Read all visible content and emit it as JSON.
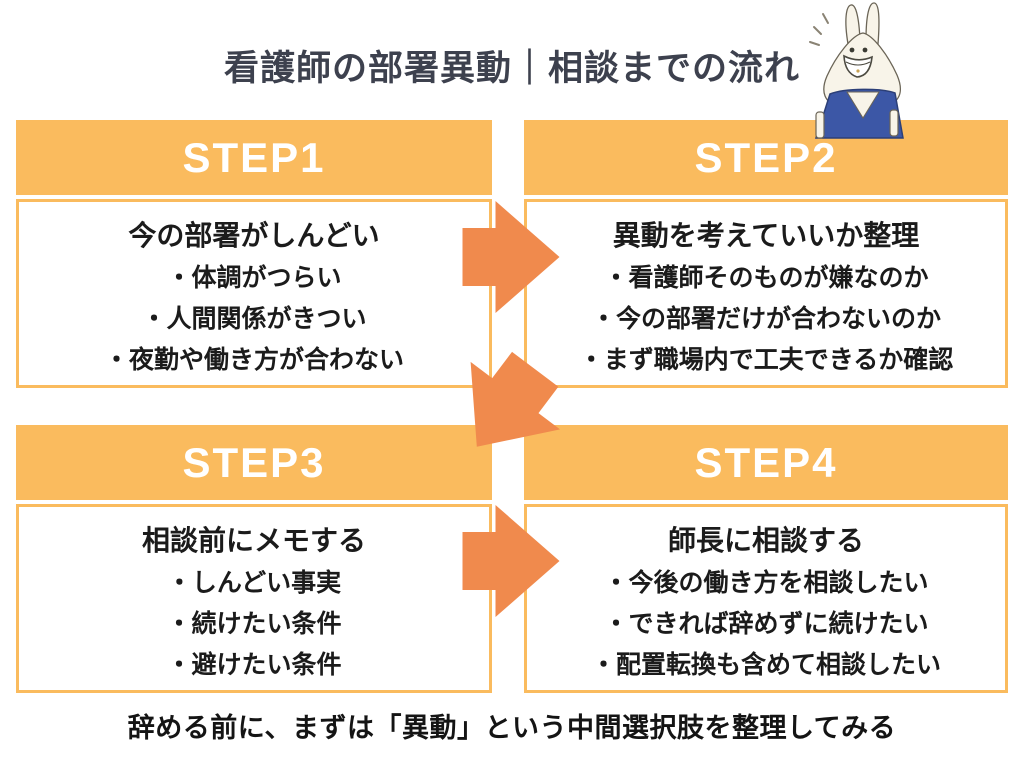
{
  "page": {
    "title": "看護師の部署異動｜相談までの流れ",
    "footer_note": "辞める前に、まずは「異動」という中間選択肢を整理してみる"
  },
  "colors": {
    "header_orange": "#fabb5e",
    "box_border_orange": "#fabb5e",
    "arrow_orange": "#f08a4d",
    "title_text": "#3d414e",
    "body_text": "#1b1b1b",
    "header_text": "#ffffff",
    "rabbit_shirt_blue": "#3c57a6",
    "rabbit_cream": "#f8f4e9"
  },
  "steps": [
    {
      "label": "STEP1",
      "heading": "今の部署がしんどい",
      "bullets": [
        "・体調がつらい",
        "・人間関係がきつい",
        "・夜勤や働き方が合わない"
      ]
    },
    {
      "label": "STEP2",
      "heading": "異動を考えていいか整理",
      "bullets": [
        "・看護師そのものが嫌なのか",
        "・今の部署だけが合わないのか",
        "・まず職場内で工夫できるか確認"
      ]
    },
    {
      "label": "STEP3",
      "heading": "相談前にメモする",
      "bullets": [
        "・しんどい事実",
        "・続けたい条件",
        "・避けたい条件"
      ]
    },
    {
      "label": "STEP4",
      "heading": "師長に相談する",
      "bullets": [
        "・今後の働き方を相談したい",
        "・できれば辞めずに続けたい",
        "・配置転換も含めて相談したい"
      ]
    }
  ],
  "arrows": [
    {
      "name": "step1-to-step2",
      "direction": "right"
    },
    {
      "name": "step2-to-step3",
      "direction": "down-left"
    },
    {
      "name": "step3-to-step4",
      "direction": "right"
    }
  ],
  "illustration": {
    "name": "rabbit-nurse-character",
    "description": "smiling rabbit mascot in blue scrub top"
  }
}
